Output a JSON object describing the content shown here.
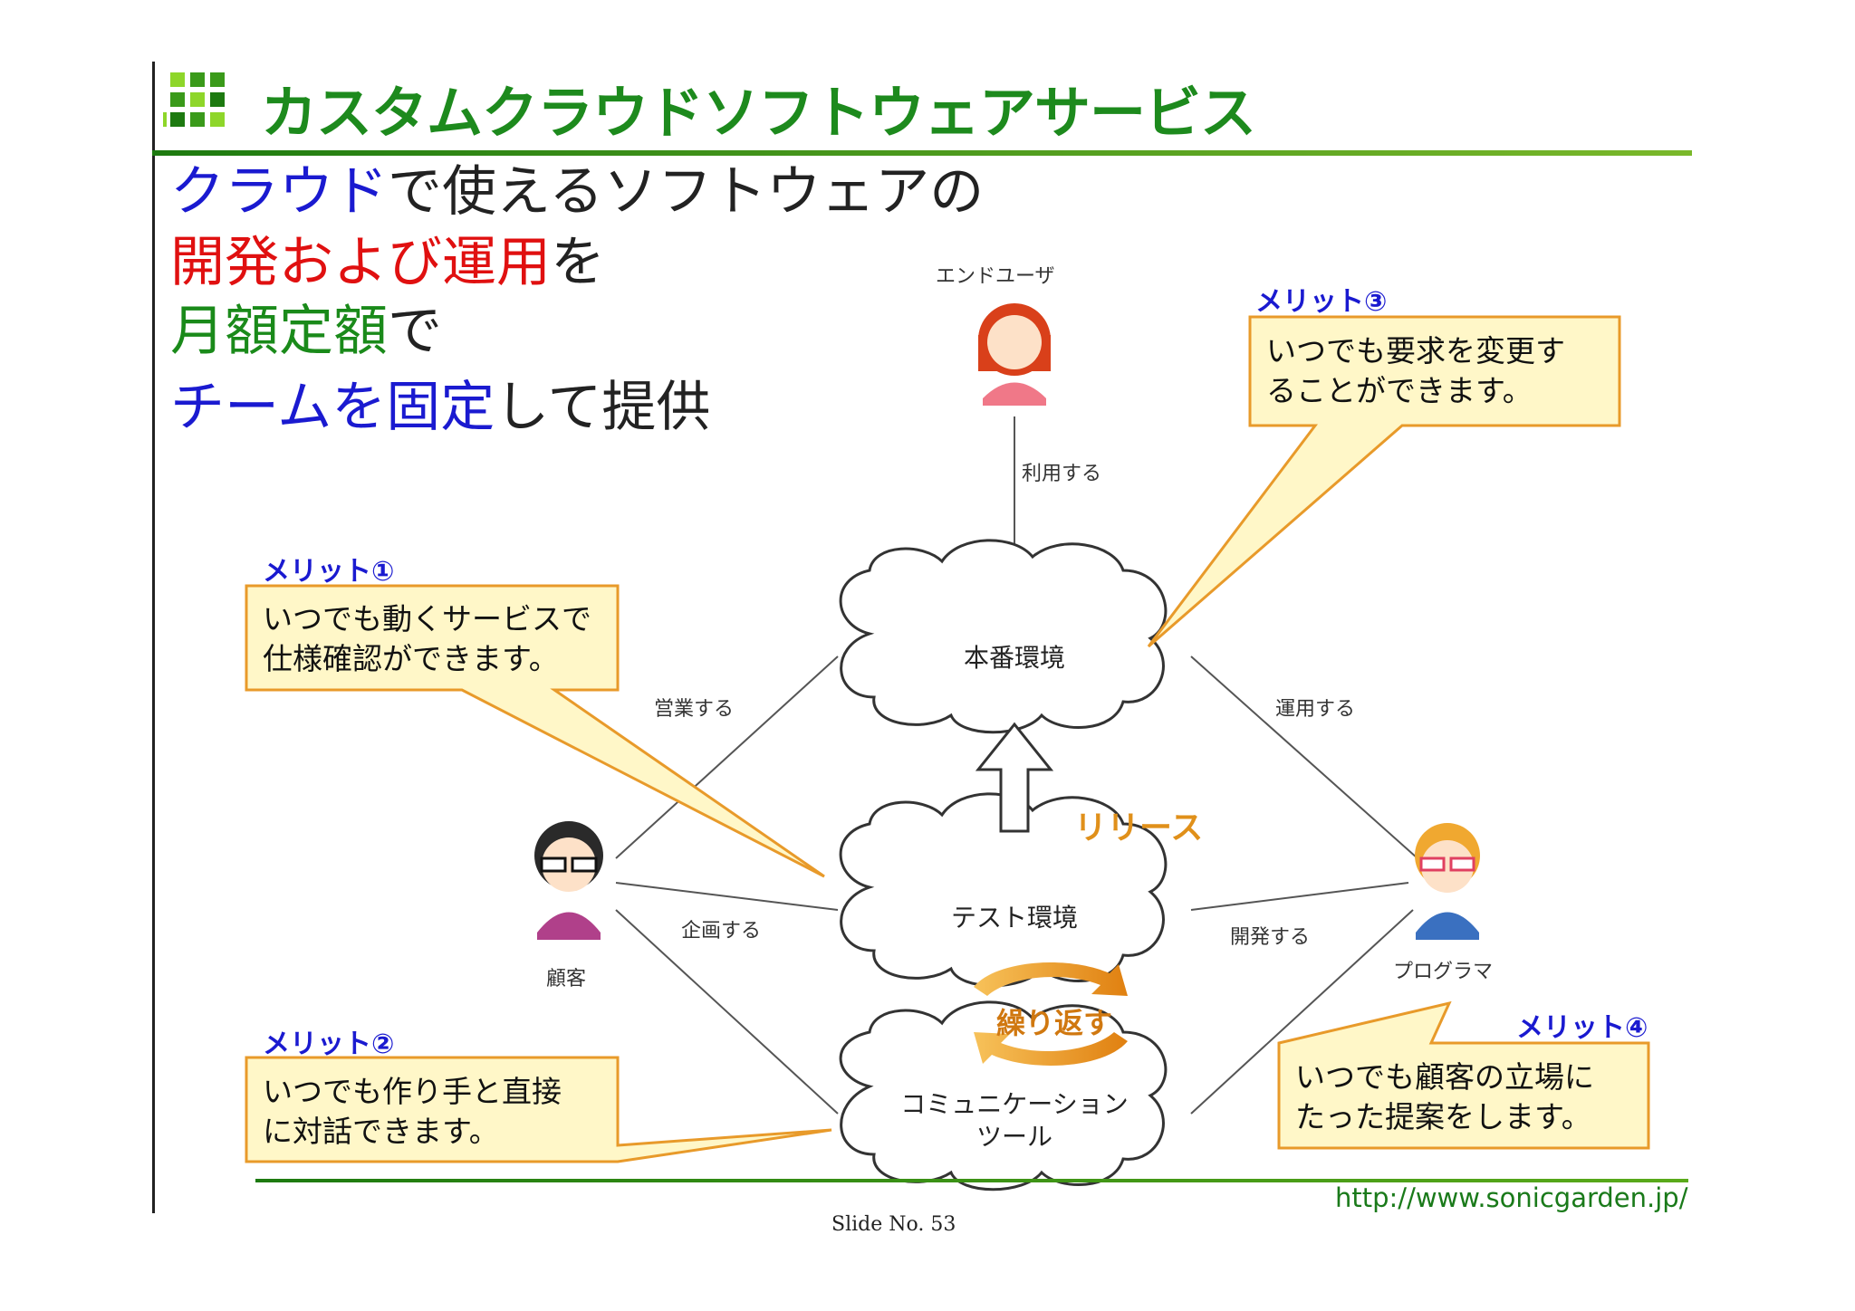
{
  "header": {
    "title": "カスタムクラウドソフトウェアサービス"
  },
  "headline": {
    "line1": {
      "part1": "クラウド",
      "part2": "で使えるソフトウェアの"
    },
    "line2": {
      "part1": "開発および運用",
      "part2": "を"
    },
    "line3": {
      "part1": "月額定額",
      "part2": "で"
    },
    "line4": {
      "part1": "チームを固定",
      "part2": "して提供"
    }
  },
  "diagram": {
    "end_user_label": "エンドユーザ",
    "use_label": "利用する",
    "production_env": "本番環境",
    "test_env": "テスト環境",
    "comm_tool_line1": "コミュニケーション",
    "comm_tool_line2": "ツール",
    "sales_label": "営業する",
    "operate_label": "運用する",
    "plan_label": "企画する",
    "develop_label": "開発する",
    "customer_label": "顧客",
    "programmer_label": "プログラマ",
    "release_label": "リリース",
    "repeat_label": "繰り返す"
  },
  "merits": {
    "m1": {
      "label": "メリット①",
      "line1": "いつでも動くサービスで",
      "line2": "仕様確認ができます。"
    },
    "m2": {
      "label": "メリット②",
      "line1": "いつでも作り手と直接",
      "line2": "に対話できます。"
    },
    "m3": {
      "label": "メリット③",
      "line1": "いつでも要求を変更す",
      "line2": "ることができます。"
    },
    "m4": {
      "label": "メリット④",
      "line1": "いつでも顧客の立場に",
      "line2": "たった提案をします。"
    }
  },
  "footer": {
    "url": "http://www.sonicgarden.jp/",
    "slide_number": "Slide No. 53"
  },
  "colors": {
    "title_green": "#1d8a1d",
    "rule_green": "#5a9e1a",
    "callout_fill": "#fff7c8",
    "callout_border": "#e89a2a",
    "blue": "#1a1ad0",
    "red": "#e01010",
    "green": "#1a8a1a"
  },
  "icons": [
    "green-squares-logo-icon",
    "end-user-icon",
    "customer-icon",
    "programmer-icon",
    "cloud-icon",
    "up-arrow-icon",
    "cycle-arrows-icon"
  ]
}
